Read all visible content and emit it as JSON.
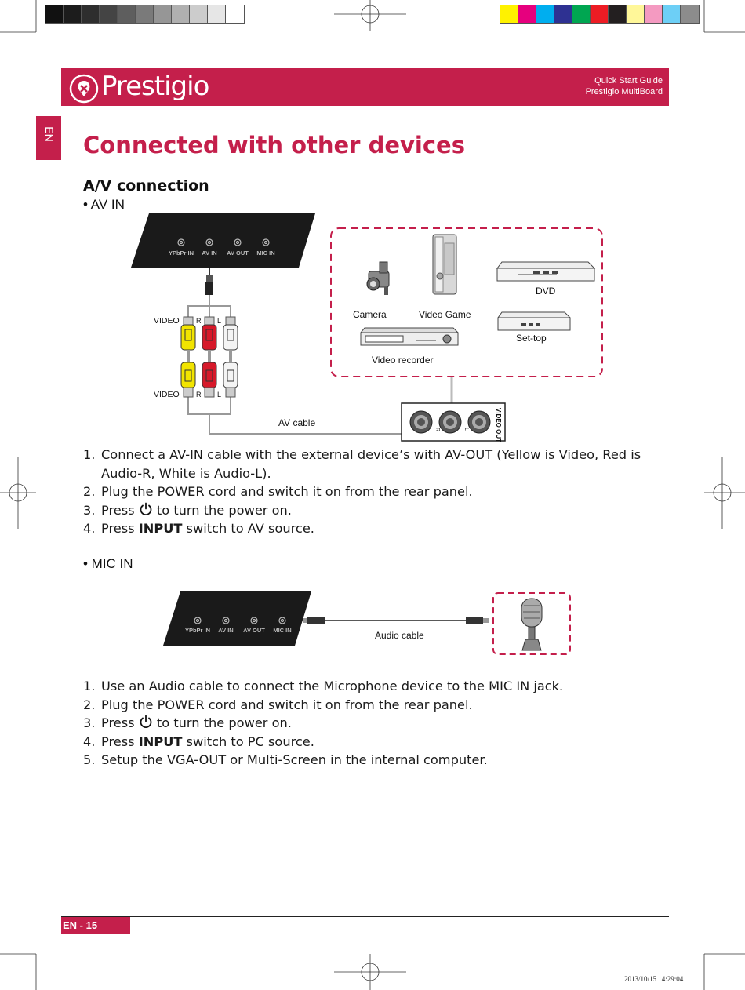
{
  "header": {
    "brand": "Prestigio",
    "guide_title": "Quick Start Guide",
    "product": "Prestigio MultiBoard"
  },
  "side_tab": "EN",
  "page_title": "Connected with other devices",
  "section_title": "A/V connection",
  "av_in": {
    "bullet": "• AV IN",
    "panel_ports": [
      "YPbPr IN",
      "AV IN",
      "AV OUT",
      "MIC IN"
    ],
    "rca_labels": {
      "video_top": "VIDEO",
      "r_top": "R",
      "l_top": "L",
      "video_bottom": "VIDEO",
      "r_bottom": "R",
      "l_bottom": "L"
    },
    "devices": [
      "Camera",
      "Video Game",
      "DVD",
      "Set-top",
      "Video recorder"
    ],
    "cable_label": "AV cable",
    "video_out_label": "VIDEO OUT",
    "jack_labels": [
      "R",
      "L"
    ],
    "steps": [
      {
        "num": "1.",
        "text": "Connect a AV-IN cable with the external device’s with AV-OUT (Yellow is Video, Red is Audio-R, White is Audio-L)."
      },
      {
        "num": "2.",
        "text": "Plug the POWER cord and switch it on from the rear panel."
      },
      {
        "num": "3.",
        "before": "Press",
        "after": "to turn the power on."
      },
      {
        "num": "4.",
        "before": "Press",
        "bold": "INPUT",
        "after": "switch to AV source."
      }
    ]
  },
  "mic_in": {
    "bullet": "• MIC IN",
    "panel_ports": [
      "YPbPr IN",
      "AV IN",
      "AV OUT",
      "MIC IN"
    ],
    "cable_label": "Audio cable",
    "steps": [
      {
        "num": "1.",
        "text": "Use an Audio cable to connect the Microphone device to the MIC IN jack."
      },
      {
        "num": "2.",
        "text": "Plug the POWER cord and switch it on from the rear panel."
      },
      {
        "num": "3.",
        "before": "Press",
        "after": "to turn the power on."
      },
      {
        "num": "4.",
        "before": "Press",
        "bold": "INPUT",
        "after": "switch to PC source."
      },
      {
        "num": "5.",
        "text": "Setup the VGA-OUT or Multi-Screen in the internal computer."
      }
    ]
  },
  "footer": {
    "page_label": "EN - 15",
    "timestamp": "2013/10/15 14:29:04"
  },
  "colors": {
    "accent": "#c41f4b",
    "rca_yellow": "#f2e400",
    "rca_red": "#d6192a",
    "rca_white": "#f4f4f4"
  },
  "print_marks": {
    "gray_swatches": [
      "#111111",
      "#1c1c1c",
      "#2e2e2e",
      "#444444",
      "#5e5e5e",
      "#7a7a7a",
      "#969696",
      "#b0b0b0",
      "#cccccc",
      "#e6e6e6",
      "#ffffff"
    ],
    "color_swatches": [
      "#fff200",
      "#e6007e",
      "#00aeef",
      "#2e3192",
      "#00a651",
      "#ed1c24",
      "#231f20",
      "#fff799",
      "#f49ac1",
      "#6dcff6",
      "#8c8c8c"
    ]
  }
}
